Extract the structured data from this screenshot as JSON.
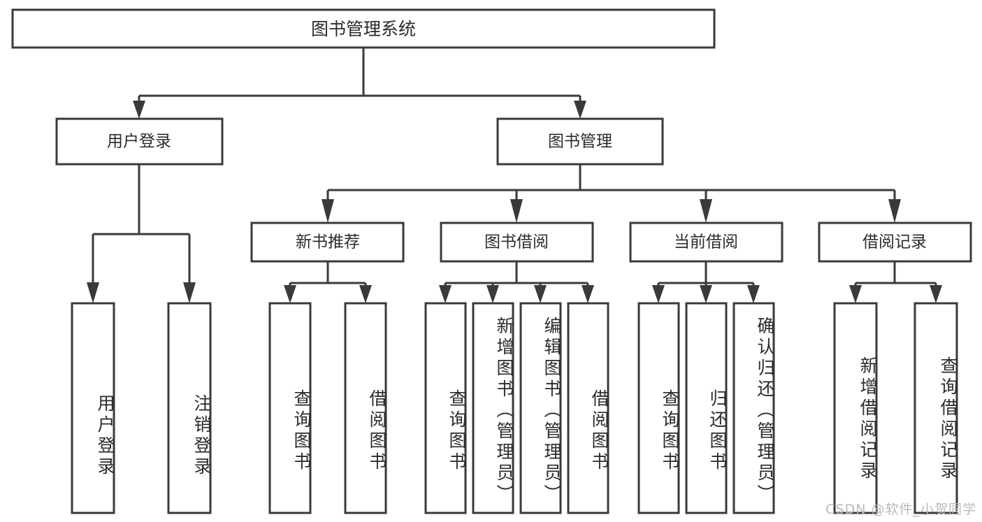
{
  "diagram": {
    "title": "图书管理系统",
    "watermark": "CSDN @软件_小贺同学",
    "level1": {
      "label": "图书管理系统"
    },
    "level2": [
      {
        "label": "用户登录"
      },
      {
        "label": "图书管理"
      }
    ],
    "level3": [
      {
        "label": "新书推荐"
      },
      {
        "label": "图书借阅"
      },
      {
        "label": "当前借阅"
      },
      {
        "label": "借阅记录"
      }
    ],
    "leaves": [
      {
        "label": "用户登录"
      },
      {
        "label": "注销登录"
      },
      {
        "label": "查询图书"
      },
      {
        "label": "借阅图书"
      },
      {
        "label": "查询图书"
      },
      {
        "label": "新增图书（管理员）"
      },
      {
        "label": "编辑图书（管理员）"
      },
      {
        "label": "借阅图书"
      },
      {
        "label": "查询图书"
      },
      {
        "label": "归还图书"
      },
      {
        "label": "确认归还（管理员）"
      },
      {
        "label": "新增借阅记录"
      },
      {
        "label": "查询借阅记录"
      }
    ],
    "colors": {
      "stroke": "#3a3a3a",
      "text": "#2b2b2b",
      "fill": "#ffffff",
      "watermark": "#b9b9b9"
    }
  }
}
